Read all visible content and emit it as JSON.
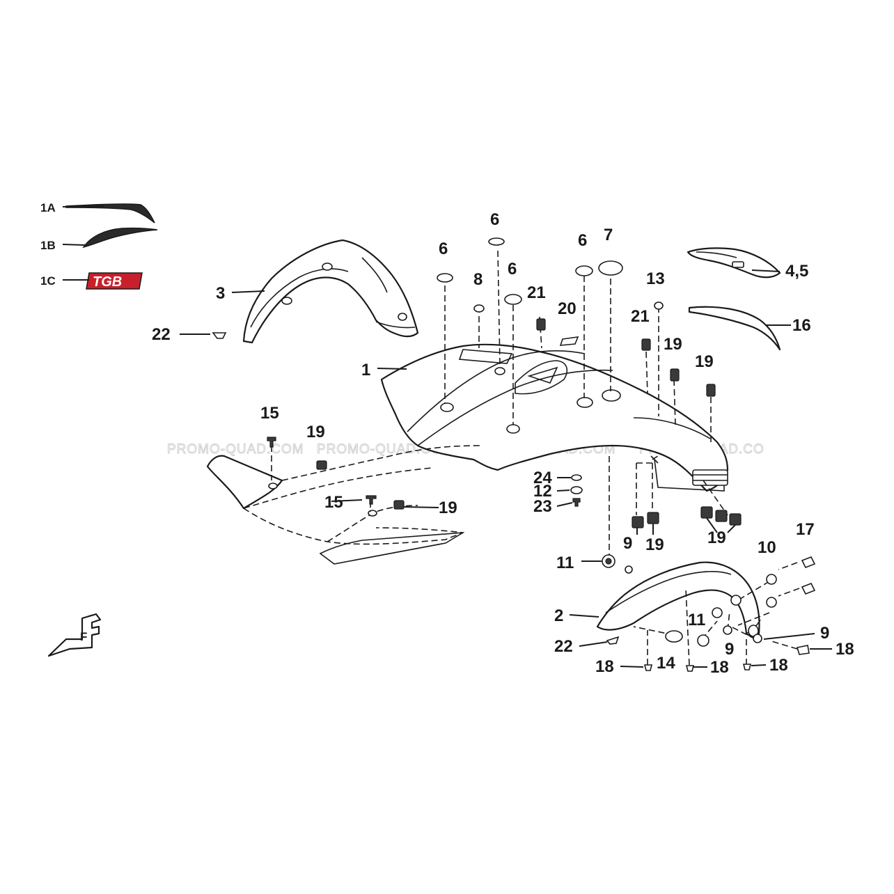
{
  "watermark": "PROMO-QUAD.COM",
  "watermark_fragment": "PROMO-QUAD.CO",
  "logo_text": "TGB",
  "colors": {
    "line": "#1a1a1a",
    "logo_red": "#c8202a",
    "watermark": "#c9c9c9"
  },
  "labels": [
    {
      "id": "1A",
      "text": "1A"
    },
    {
      "id": "1B",
      "text": "1B"
    },
    {
      "id": "1C",
      "text": "1C"
    },
    {
      "id": "3",
      "text": "3"
    },
    {
      "id": "22a",
      "text": "22"
    },
    {
      "id": "1",
      "text": "1"
    },
    {
      "id": "6a",
      "text": "6"
    },
    {
      "id": "6b",
      "text": "6"
    },
    {
      "id": "6c",
      "text": "6"
    },
    {
      "id": "6d",
      "text": "6"
    },
    {
      "id": "7",
      "text": "7"
    },
    {
      "id": "8",
      "text": "8"
    },
    {
      "id": "21a",
      "text": "21"
    },
    {
      "id": "20",
      "text": "20"
    },
    {
      "id": "13",
      "text": "13"
    },
    {
      "id": "21b",
      "text": "21"
    },
    {
      "id": "19a",
      "text": "19"
    },
    {
      "id": "19b",
      "text": "19"
    },
    {
      "id": "45",
      "text": "4,5"
    },
    {
      "id": "16",
      "text": "16"
    },
    {
      "id": "15a",
      "text": "15"
    },
    {
      "id": "19c",
      "text": "19"
    },
    {
      "id": "15b",
      "text": "15"
    },
    {
      "id": "19d",
      "text": "19"
    },
    {
      "id": "24",
      "text": "24"
    },
    {
      "id": "12",
      "text": "12"
    },
    {
      "id": "23",
      "text": "23"
    },
    {
      "id": "19e",
      "text": "19"
    },
    {
      "id": "19f",
      "text": "19"
    },
    {
      "id": "17",
      "text": "17"
    },
    {
      "id": "10",
      "text": "10"
    },
    {
      "id": "11a",
      "text": "11"
    },
    {
      "id": "9a",
      "text": "9"
    },
    {
      "id": "2",
      "text": "2"
    },
    {
      "id": "11b",
      "text": "11"
    },
    {
      "id": "9b",
      "text": "9"
    },
    {
      "id": "9c",
      "text": "9"
    },
    {
      "id": "22b",
      "text": "22"
    },
    {
      "id": "14",
      "text": "14"
    },
    {
      "id": "18a",
      "text": "18"
    },
    {
      "id": "18b",
      "text": "18"
    },
    {
      "id": "18c",
      "text": "18"
    },
    {
      "id": "18d",
      "text": "18"
    }
  ],
  "direction_marker": "F"
}
